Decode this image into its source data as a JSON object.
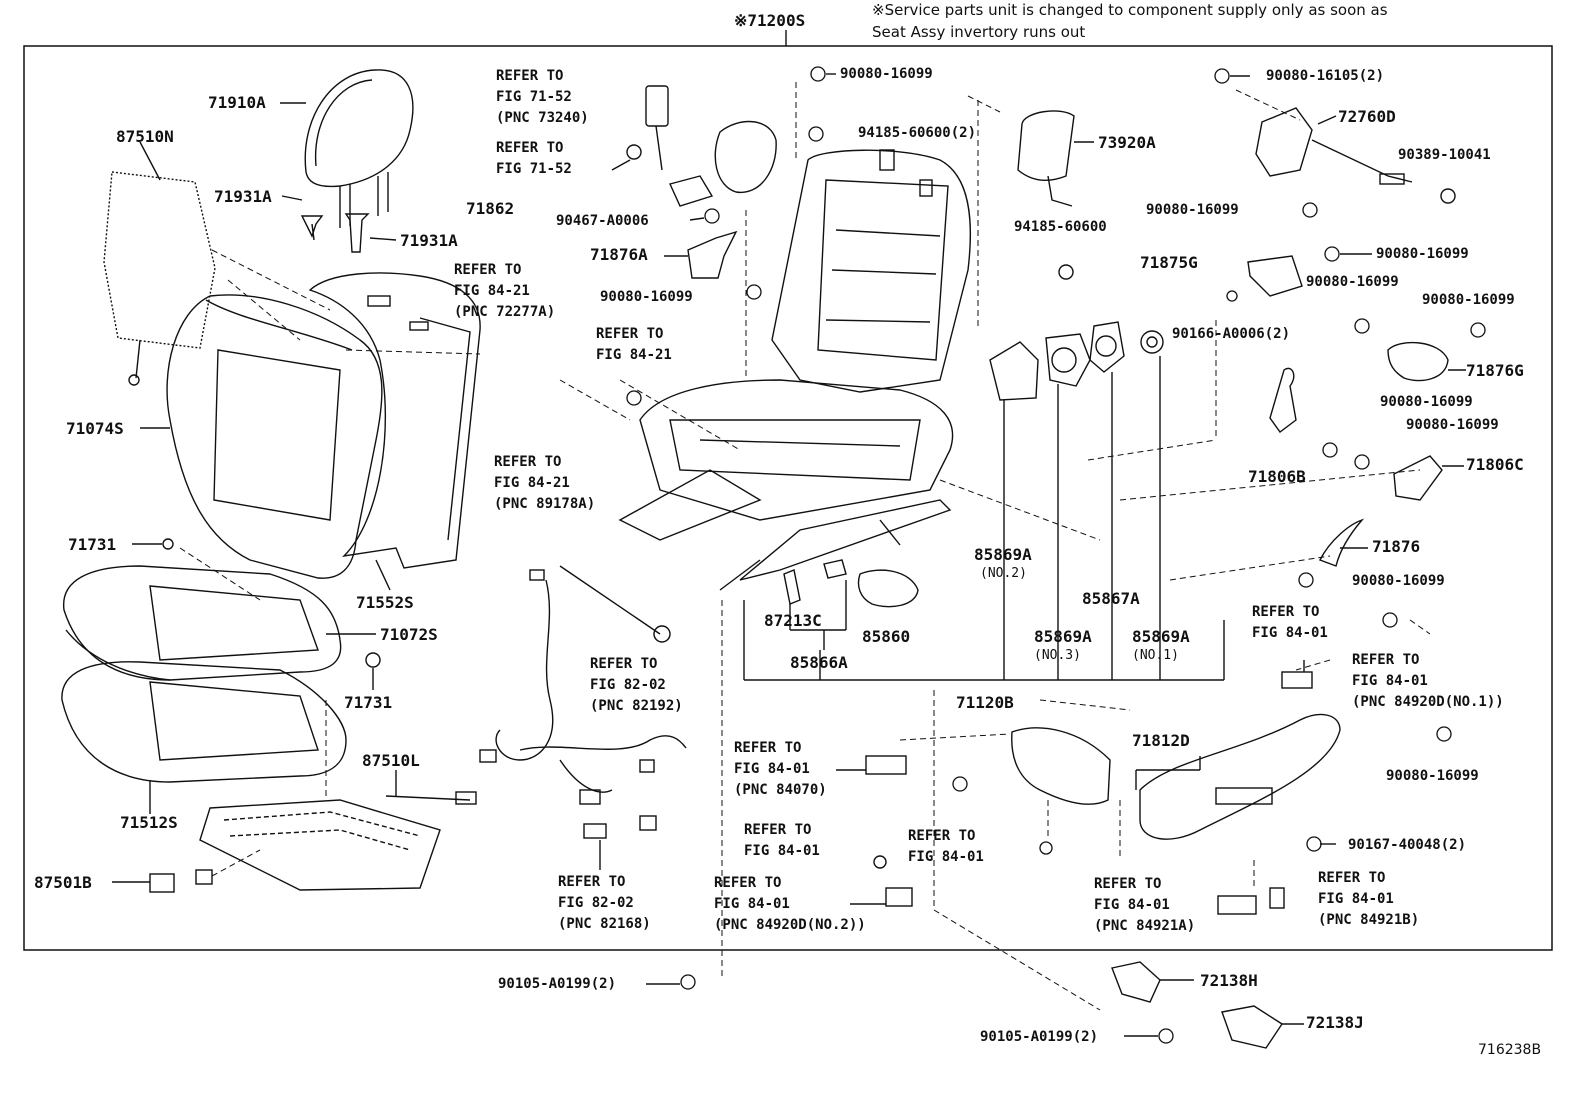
{
  "header": {
    "assy_number": "※71200S",
    "note_line1": "※Service parts unit is changed to component supply only as soon as",
    "note_line2": "Seat Assy invertory runs out"
  },
  "figure_code": "716238B",
  "parts": {
    "p71910A": "71910A",
    "p87510N": "87510N",
    "p71931A_1": "71931A",
    "p71931A_2": "71931A",
    "p71074S": "71074S",
    "p71731_1": "71731",
    "p71552S": "71552S",
    "p71072S": "71072S",
    "p71731_2": "71731",
    "p87510L": "87510L",
    "p71512S": "71512S",
    "p87501B": "87501B",
    "p71862": "71862",
    "p90467": "90467-A0006",
    "p71876A": "71876A",
    "p90080_a": "90080-16099",
    "p90080_top": "90080-16099",
    "p94185_2": "94185-60600(2)",
    "p73920A": "73920A",
    "p94185": "94185-60600",
    "p90080_16105": "90080-16105(2)",
    "p72760D": "72760D",
    "p90389": "90389-10041",
    "p90080_r1": "90080-16099",
    "p71875G": "71875G",
    "p90080_r2": "90080-16099",
    "p90080_r3": "90080-16099",
    "p90080_r4": "90080-16099",
    "p90166": "90166-A0006(2)",
    "p71876G": "71876G",
    "p90080_r5": "90080-16099",
    "p90080_r6": "90080-16099",
    "p71806B": "71806B",
    "p71806C": "71806C",
    "p85869A_no2": "85869A",
    "no2": "(NO.2)",
    "p85867A": "85867A",
    "p71876": "71876",
    "p90080_r7": "90080-16099",
    "p87213C": "87213C",
    "p85860": "85860",
    "p85866A": "85866A",
    "p85869A_no3": "85869A",
    "no3": "(NO.3)",
    "p85869A_no1": "85869A",
    "no1": "(NO.1)",
    "p71120B": "71120B",
    "p71812D": "71812D",
    "p90080_r8": "90080-16099",
    "p90167": "90167-40048(2)",
    "p90105_1": "90105-A0199(2)",
    "p72138H": "72138H",
    "p90105_2": "90105-A0199(2)",
    "p72138J": "72138J"
  },
  "refs": {
    "r1": [
      "REFER TO",
      "FIG 71-52",
      "(PNC 73240)"
    ],
    "r2": [
      "REFER TO",
      "FIG 71-52"
    ],
    "r3": [
      "REFER TO",
      "FIG 84-21",
      "(PNC 72277A)"
    ],
    "r4": [
      "REFER TO",
      "FIG 84-21"
    ],
    "r5": [
      "REFER TO",
      "FIG 84-21",
      "(PNC 89178A)"
    ],
    "r6": [
      "REFER TO",
      "FIG 82-02",
      "(PNC 82192)"
    ],
    "r7": [
      "REFER TO",
      "FIG 82-02",
      "(PNC 82168)"
    ],
    "r8": [
      "REFER TO",
      "FIG 84-01",
      "(PNC 84070)"
    ],
    "r9": [
      "REFER TO",
      "FIG 84-01"
    ],
    "r10": [
      "REFER TO",
      "FIG 84-01"
    ],
    "r11": [
      "REFER TO",
      "FIG 84-01",
      "(PNC 84920D(NO.2))"
    ],
    "r12": [
      "REFER TO",
      "FIG 84-01"
    ],
    "r13": [
      "REFER TO",
      "FIG 84-01",
      "(PNC 84920D(NO.1))"
    ],
    "r14": [
      "REFER TO",
      "FIG 84-01",
      "(PNC 84921A)"
    ],
    "r15": [
      "REFER TO",
      "FIG 84-01",
      "(PNC 84921B)"
    ]
  }
}
